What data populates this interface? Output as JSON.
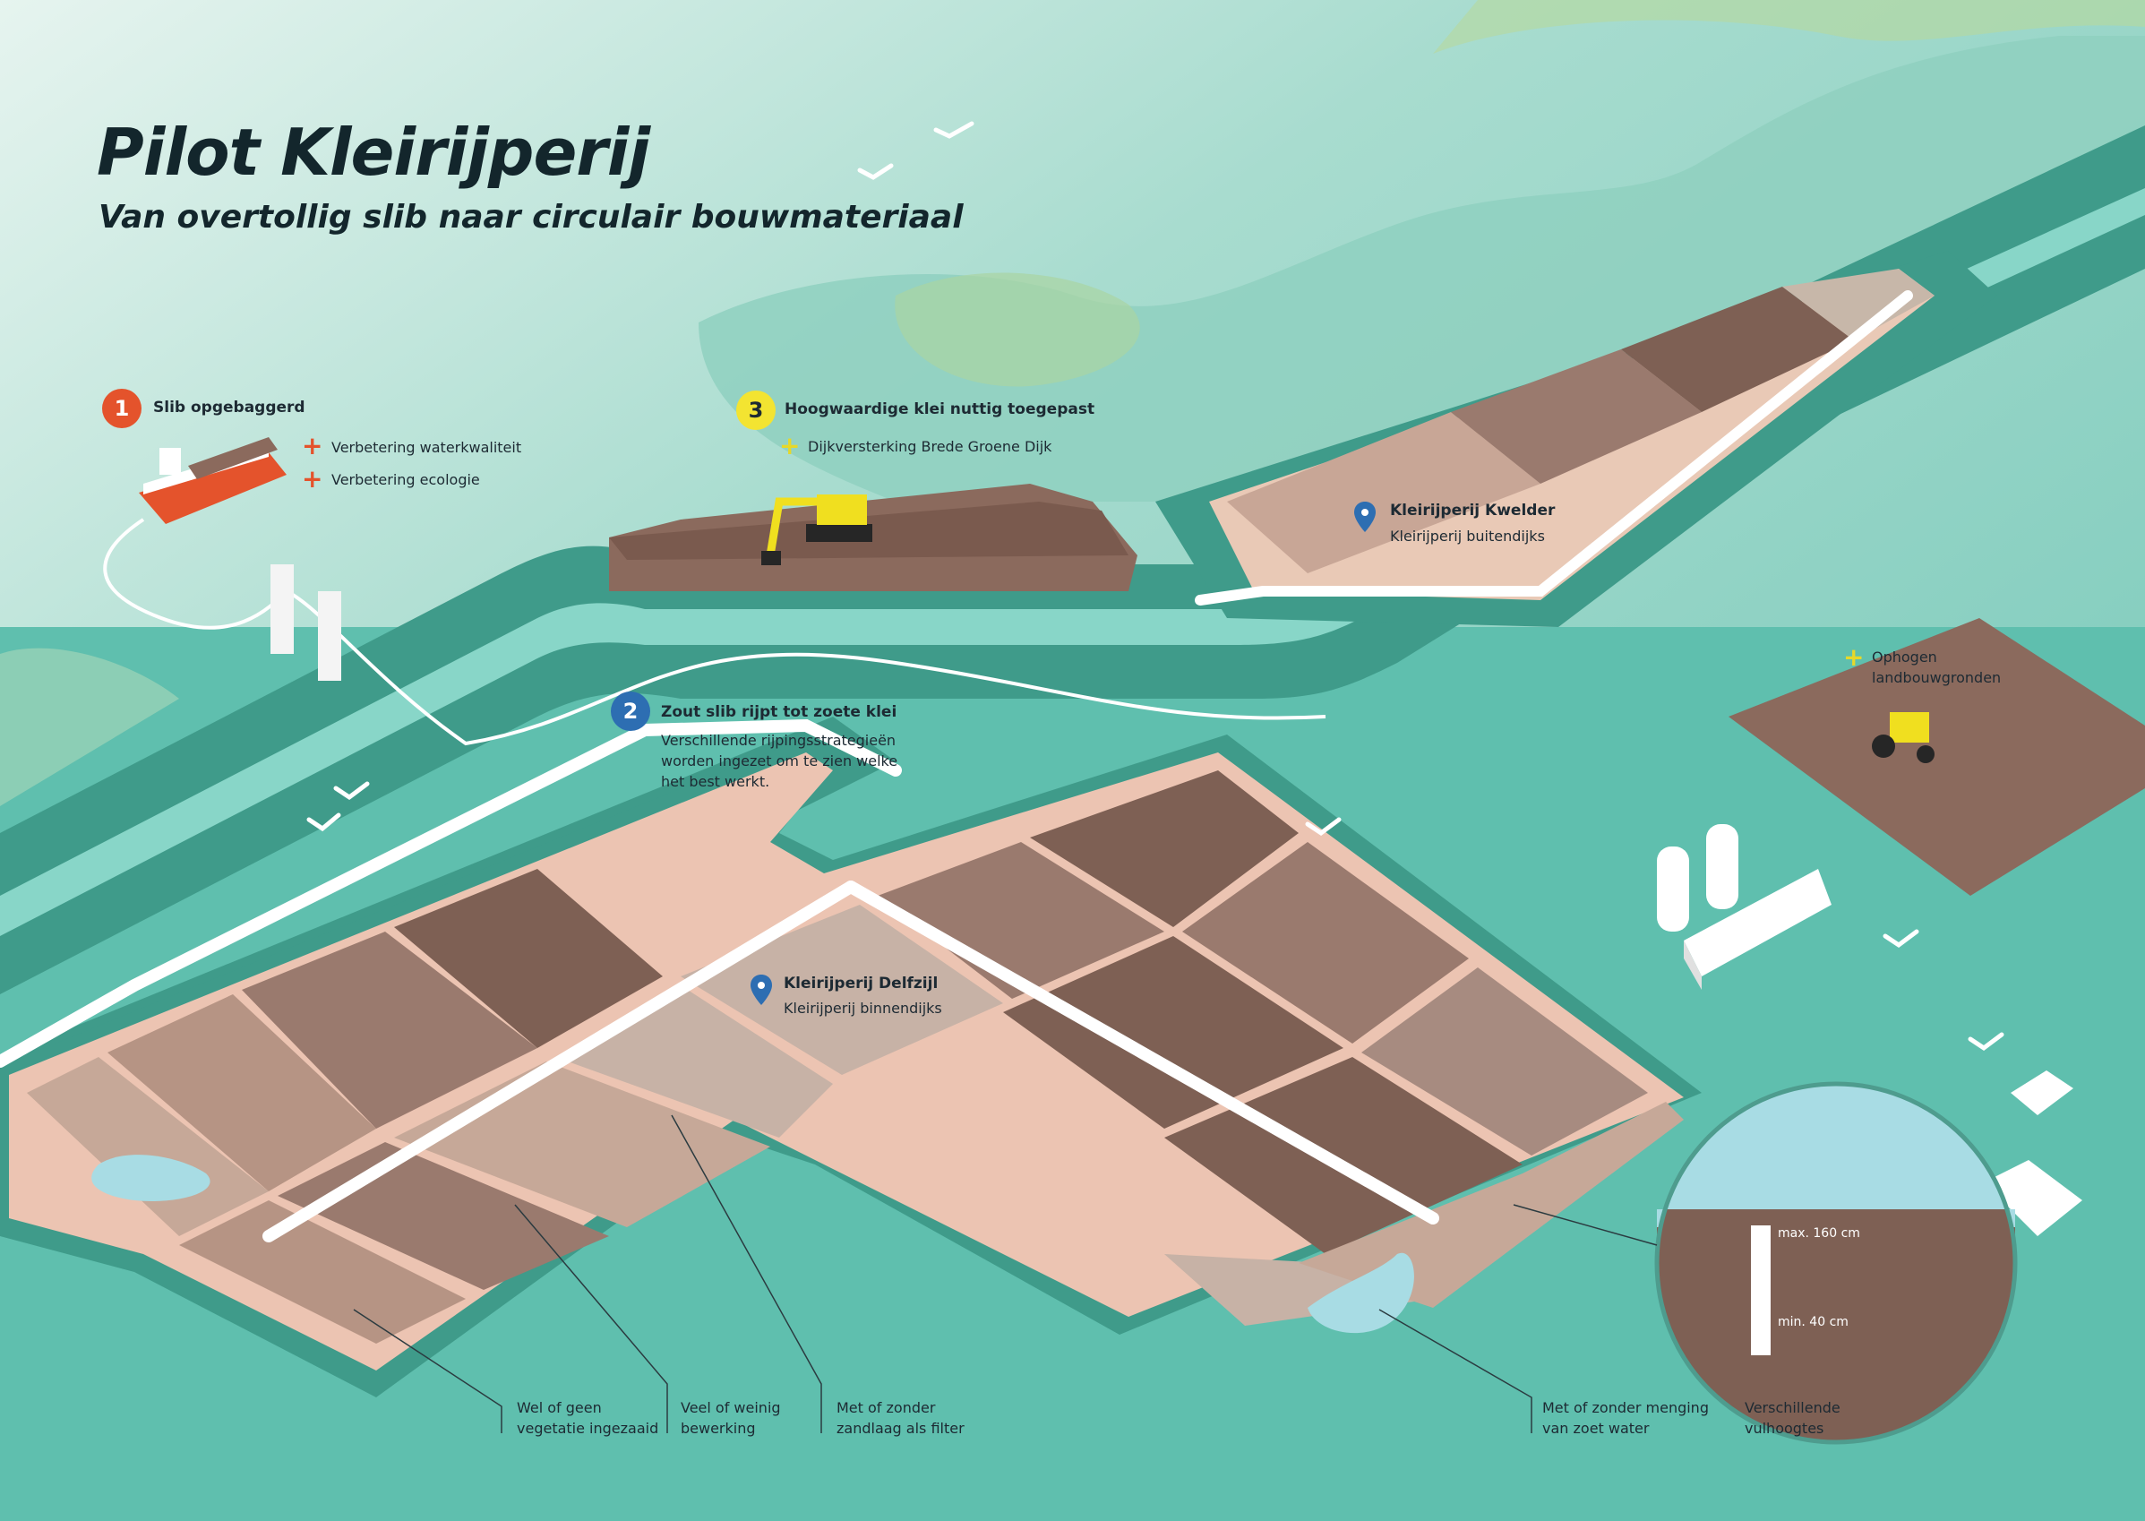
{
  "header": {
    "title": "Pilot Kleirijperij",
    "subtitle": "Van overtollig slib naar circulair bouwmateriaal"
  },
  "steps": [
    {
      "number": "1",
      "title": "Slib opgebaggerd",
      "benefits": [
        "Verbetering waterkwaliteit",
        "Verbetering ecologie"
      ]
    },
    {
      "number": "2",
      "title": "Zout slib rijpt tot zoete klei",
      "text": [
        "Verschillende rijpingsstrategieën",
        "worden ingezet om te zien welke",
        "het best werkt."
      ]
    },
    {
      "number": "3",
      "title": "Hoogwaardige klei nuttig toegepast",
      "benefits": [
        "Dijkversterking Brede Groene Dijk"
      ]
    }
  ],
  "locations": [
    {
      "name": "Kleirijperij Kwelder",
      "sub": "Kleirijperij buitendijks"
    },
    {
      "name": "Kleirijperij Delfzijl",
      "sub": "Kleirijperij binnendijks"
    }
  ],
  "farm_label": [
    "Ophogen",
    "landbouwgronden"
  ],
  "callouts": [
    [
      "Wel of geen",
      "vegetatie ingezaaid"
    ],
    [
      "Veel of weinig",
      "bewerking"
    ],
    [
      "Met of zonder",
      "zandlaag als filter"
    ],
    [
      "Met of zonder menging",
      "van zoet water"
    ],
    [
      "Verschillende",
      "vulhoogtes"
    ]
  ],
  "gauge": {
    "max": "max. 160 cm",
    "min": "min. 40 cm"
  },
  "colors": {
    "water": "#5fbfae",
    "mudflat": "#a2d6c8",
    "dike": "#3f9b8a",
    "sand": "#ecc4b2",
    "plot": "#9a7a6e",
    "plot_dark": "#7e6054",
    "step1": "#e4532c",
    "step2": "#2d6eb2",
    "step3": "#f3e431",
    "pin": "#2d6eb2"
  }
}
